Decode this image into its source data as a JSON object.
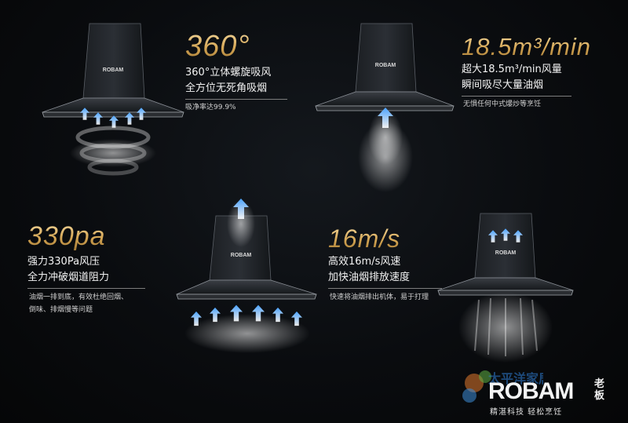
{
  "panels": [
    {
      "headline": "360°",
      "line1": "360°立体螺旋吸风",
      "line2": "全方位无死角吸烟",
      "note_lines": [
        "吸净率达99.9%"
      ]
    },
    {
      "headline": "18.5m³/min",
      "line1": "超大18.5m³/min风量",
      "line2": "瞬间吸尽大量油烟",
      "note_lines": [
        "无惧任何中式爆炒等烹饪"
      ]
    },
    {
      "headline": "330pa",
      "line1": "强力330Pa风压",
      "line2": "全力冲破烟道阻力",
      "note_lines": [
        "油烟一排到底，有效杜绝回烟、",
        "倒味、排烟慢等问题"
      ]
    },
    {
      "headline": "16m/s",
      "line1": "高效16m/s风速",
      "line2": "加快油烟排放速度",
      "note_lines": [
        "快速将油烟排出机体，易于打理"
      ]
    }
  ],
  "hood_label": "ROBAM",
  "footer": {
    "brand": "ROBAM",
    "chinese_name": "老板",
    "slogan": "精湛科技 轻松烹饪",
    "watermark": "太平洋家居网"
  },
  "colors": {
    "gold": "#d4a553",
    "blue_arrow": "#6fb8ff",
    "background": "#0a0c0f"
  }
}
